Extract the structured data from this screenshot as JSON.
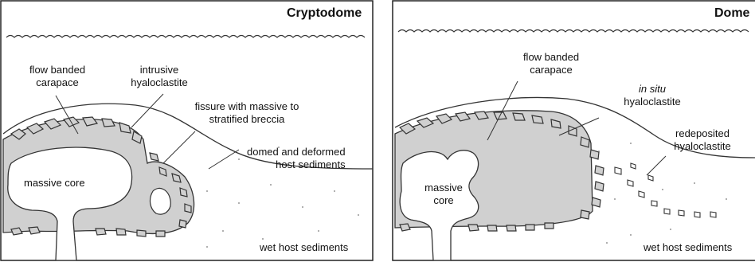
{
  "cryptodome": {
    "title": "Cryptodome",
    "labels": {
      "flow_banded_carapace": [
        "flow banded",
        "carapace"
      ],
      "intrusive_hyaloclastite": [
        "intrusive",
        "hyaloclastite"
      ],
      "fissure_breccia": [
        "fissure with massive to",
        "stratified breccia"
      ],
      "domed_sediments": [
        "domed and deformed",
        "host sediments"
      ],
      "massive_core": "massive core",
      "wet_host_sediments": "wet host sediments"
    }
  },
  "dome": {
    "title": "Dome",
    "labels": {
      "flow_banded_carapace": [
        "flow banded",
        "carapace"
      ],
      "in_situ": "in situ",
      "in_situ_hyaloclastite": "hyaloclastite",
      "redeposited_hyaloclastite": [
        "redeposited",
        "hyaloclastite"
      ],
      "massive_core": [
        "massive",
        "core"
      ],
      "wet_host_sediments": "wet host sediments"
    }
  },
  "colors": {
    "frame": "#222222",
    "fill_gray": "#d0d0d0",
    "core_white": "#ffffff",
    "text": "#111111"
  }
}
